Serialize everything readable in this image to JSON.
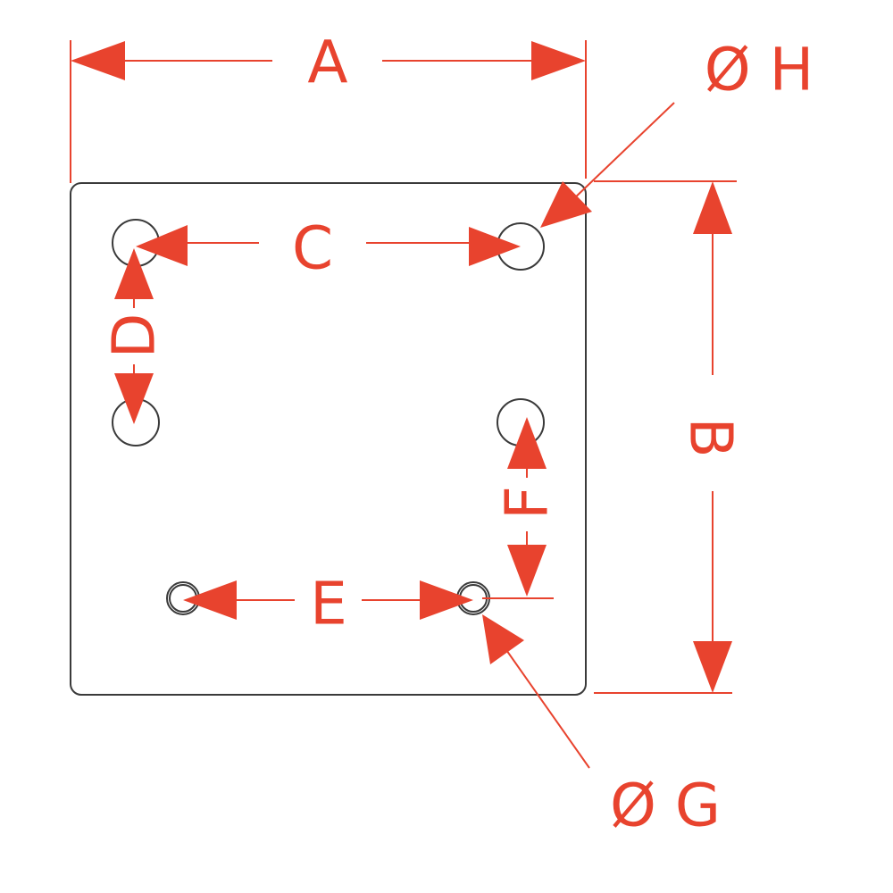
{
  "labels": {
    "a": "A",
    "b": "B",
    "c": "C",
    "d": "D",
    "e": "E",
    "f": "F",
    "g": "Ø G",
    "h": "Ø H"
  },
  "colors": {
    "dimension": "#e8432e",
    "outline": "#3a3a3a"
  }
}
